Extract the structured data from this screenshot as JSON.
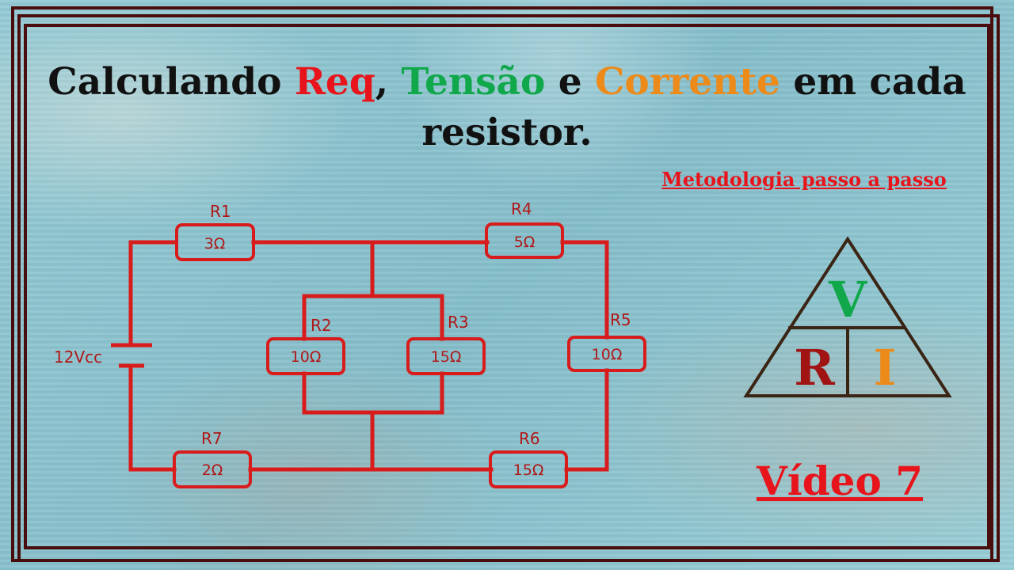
{
  "title": {
    "part1": "Calculando ",
    "req": "Req",
    "comma": ", ",
    "tensao": "Tensão",
    "e": " e ",
    "corrente": "Corrente",
    "part2": " em cada",
    "line2": "resistor."
  },
  "subtitle": "Metodologia passo a passo",
  "video_label": "Vídeo 7",
  "source": {
    "label": "12Vcc"
  },
  "resistors": {
    "r1": {
      "name": "R1",
      "value": "3Ω"
    },
    "r2": {
      "name": "R2",
      "value": "10Ω"
    },
    "r3": {
      "name": "R3",
      "value": "15Ω"
    },
    "r4": {
      "name": "R4",
      "value": "5Ω"
    },
    "r5": {
      "name": "R5",
      "value": "10Ω"
    },
    "r6": {
      "name": "R6",
      "value": "15Ω"
    },
    "r7": {
      "name": "R7",
      "value": "2Ω"
    }
  },
  "triangle": {
    "top": "V",
    "left": "R",
    "right": "I"
  },
  "colors": {
    "wire": "#d81c1c",
    "frame": "#4a0d0d",
    "req": "#e8141b",
    "tensao": "#10a84a",
    "corrente": "#ec8a1a",
    "v": "#10a84a",
    "r": "#a01414",
    "i": "#ec8a1a"
  }
}
